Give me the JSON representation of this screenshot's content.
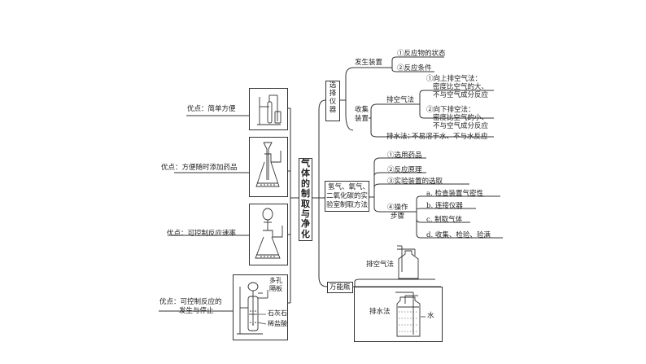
{
  "center_title": "气体的制取与净化",
  "left": {
    "apparatus": [
      {
        "advantage": "优点：简单方便"
      },
      {
        "advantage": "优点：方便随时添加药品"
      },
      {
        "advantage": "优点：可控制反应速率"
      },
      {
        "advantage_line1": "优点：可控制反应的",
        "advantage_line2": "发生与停止",
        "labels": [
          "多孔",
          "隔板",
          "石灰石",
          "稀盐酸"
        ]
      }
    ]
  },
  "right": {
    "select_instruments": {
      "title": "选择仪器",
      "generator": {
        "label": "发生装置",
        "items": [
          "①反应物的状态",
          "②反应条件"
        ]
      },
      "collector": {
        "label_line1": "收集",
        "label_line2": "装置",
        "air_method": {
          "label": "排空气法",
          "upward": [
            "①向上排空气法：",
            "密度比空气的大、",
            "不与空气成分反应"
          ],
          "downward": [
            "②向下排空法：",
            "密度比空气的小、",
            "不与空气成分反应"
          ]
        },
        "water_method": {
          "label": "排水法：",
          "condition": "不易溶于水、不与水反应"
        }
      }
    },
    "lab_method": {
      "title": [
        "氢气、氧气、",
        "二氧化碳的实",
        "验室制取方法"
      ],
      "items": [
        "①选用药品",
        "②反应原理",
        "③实验装置的选取"
      ],
      "steps_label": [
        "④操作",
        "步骤"
      ],
      "steps": [
        "a. 检查装置气密性",
        "b. 连接仪器",
        "c. 制取气体",
        "d. 收集、检验、验满"
      ]
    },
    "universal_bottle": {
      "title": "万能瓶",
      "air_label": "排空气法",
      "water_label": "排水法",
      "water_tag": "水"
    }
  }
}
